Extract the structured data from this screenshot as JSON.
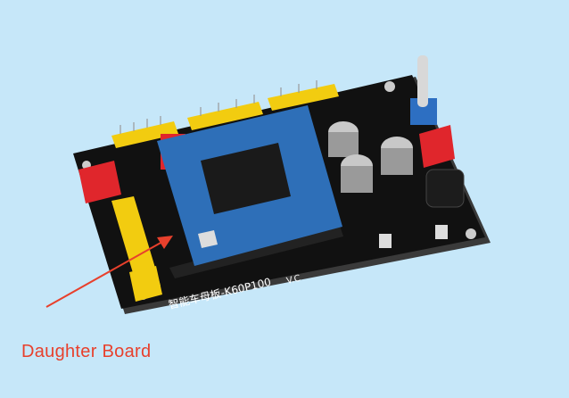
{
  "annotation": {
    "label": "Daughter Board",
    "color": "#e8402c"
  },
  "board": {
    "silkscreen_title": "智能车母板-K60P100",
    "silkscreen_version": "V.C",
    "colors": {
      "background": "#c6e7f9",
      "pcb": "#111111",
      "daughter_board": "#2e6fb8",
      "headers": "#f2cc10",
      "dip_switch": "#e0262c"
    }
  }
}
